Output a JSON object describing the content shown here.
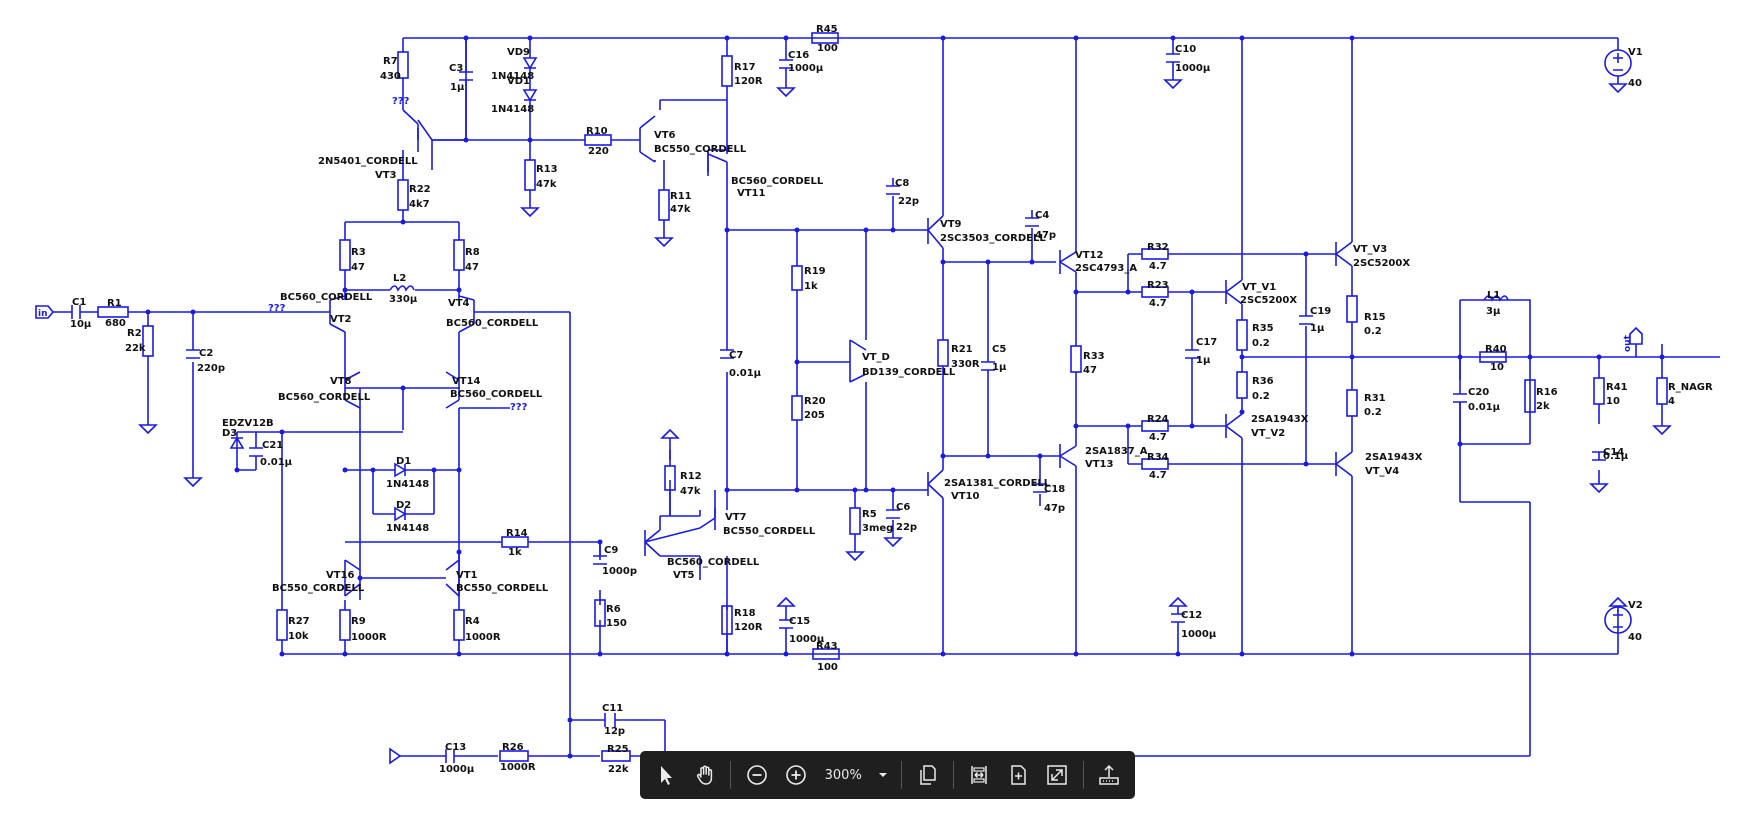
{
  "toolbar": {
    "zoom_value": "300%",
    "tools": [
      {
        "name": "select-pointer-icon"
      },
      {
        "name": "pan-hand-icon"
      },
      {
        "name": "zoom-out-icon"
      },
      {
        "name": "zoom-in-icon"
      },
      {
        "name": "zoom-dropdown-chevron-icon"
      },
      {
        "name": "copy-pages-icon"
      },
      {
        "name": "fit-width-icon"
      },
      {
        "name": "fit-page-icon"
      },
      {
        "name": "fullscreen-icon"
      },
      {
        "name": "export-icon"
      }
    ]
  },
  "schematic": {
    "wire_color": "#1a1ae6",
    "labels": [
      {
        "t": "R7"
      },
      {
        "t": "430"
      },
      {
        "t": "???"
      },
      {
        "t": "C3"
      },
      {
        "t": "1µ"
      },
      {
        "t": "VD9"
      },
      {
        "t": "1N4148"
      },
      {
        "t": "VD1"
      },
      {
        "t": "1N4148"
      },
      {
        "t": "2N5401_CORDELL"
      },
      {
        "t": "VT3"
      },
      {
        "t": "R22"
      },
      {
        "t": "4k7"
      },
      {
        "t": "R13"
      },
      {
        "t": "47k"
      },
      {
        "t": "R10"
      },
      {
        "t": "220"
      },
      {
        "t": "VT6"
      },
      {
        "t": "BC550_CORDELL"
      },
      {
        "t": "R17"
      },
      {
        "t": "120R"
      },
      {
        "t": "C16"
      },
      {
        "t": "1000µ"
      },
      {
        "t": "R45"
      },
      {
        "t": "100"
      },
      {
        "t": "C10"
      },
      {
        "t": "1000µ"
      },
      {
        "t": "V1"
      },
      {
        "t": "40"
      },
      {
        "t": "BC560_CORDELL"
      },
      {
        "t": "VT11"
      },
      {
        "t": "R11"
      },
      {
        "t": "47k"
      },
      {
        "t": "C8"
      },
      {
        "t": "22p"
      },
      {
        "t": "VT9"
      },
      {
        "t": "2SC3503_CORDELL"
      },
      {
        "t": "C4"
      },
      {
        "t": "47p"
      },
      {
        "t": "VT12"
      },
      {
        "t": "2SC4793_A"
      },
      {
        "t": "R32"
      },
      {
        "t": "4.7"
      },
      {
        "t": "VT_V3"
      },
      {
        "t": "2SC5200X"
      },
      {
        "t": "R3"
      },
      {
        "t": "47"
      },
      {
        "t": "R8"
      },
      {
        "t": "47"
      },
      {
        "t": "L2"
      },
      {
        "t": "330µ"
      },
      {
        "t": "C1"
      },
      {
        "t": "10µ"
      },
      {
        "t": "R1"
      },
      {
        "t": "680"
      },
      {
        "t": "BC560_CORDELL"
      },
      {
        "t": "???"
      },
      {
        "t": "VT2"
      },
      {
        "t": "VT4"
      },
      {
        "t": "BC560_CORDELL"
      },
      {
        "t": "R2"
      },
      {
        "t": "22k"
      },
      {
        "t": "C2"
      },
      {
        "t": "220p"
      },
      {
        "t": "R19"
      },
      {
        "t": "1k"
      },
      {
        "t": "R23"
      },
      {
        "t": "4.7"
      },
      {
        "t": "VT_V1"
      },
      {
        "t": "2SC5200X"
      },
      {
        "t": "C19"
      },
      {
        "t": "1µ"
      },
      {
        "t": "R15"
      },
      {
        "t": "0.2"
      },
      {
        "t": "L1"
      },
      {
        "t": "3µ"
      },
      {
        "t": "R40"
      },
      {
        "t": "10"
      },
      {
        "t": "out"
      },
      {
        "t": "C7"
      },
      {
        "t": "0.01µ"
      },
      {
        "t": "VT_D"
      },
      {
        "t": "BD139_CORDELL"
      },
      {
        "t": "R21"
      },
      {
        "t": "330R"
      },
      {
        "t": "C5"
      },
      {
        "t": "1µ"
      },
      {
        "t": "R33"
      },
      {
        "t": "47"
      },
      {
        "t": "C17"
      },
      {
        "t": "1µ"
      },
      {
        "t": "R35"
      },
      {
        "t": "0.2"
      },
      {
        "t": "C20"
      },
      {
        "t": "0.01µ"
      },
      {
        "t": "R16"
      },
      {
        "t": "2k"
      },
      {
        "t": "R41"
      },
      {
        "t": "10"
      },
      {
        "t": "R_NAGR"
      },
      {
        "t": "4"
      },
      {
        "t": "VT8"
      },
      {
        "t": "BC560_CORDELL"
      },
      {
        "t": "VT14"
      },
      {
        "t": "BC560_CORDELL"
      },
      {
        "t": "???"
      },
      {
        "t": "EDZV12B"
      },
      {
        "t": "D3"
      },
      {
        "t": "C21"
      },
      {
        "t": "0.01µ"
      },
      {
        "t": "R20"
      },
      {
        "t": "205"
      },
      {
        "t": "R36"
      },
      {
        "t": "0.2"
      },
      {
        "t": "2SA1943X"
      },
      {
        "t": "VT_V2"
      },
      {
        "t": "R31"
      },
      {
        "t": "0.2"
      },
      {
        "t": "D1"
      },
      {
        "t": "1N4148"
      },
      {
        "t": "D2"
      },
      {
        "t": "1N4148"
      },
      {
        "t": "R12"
      },
      {
        "t": "47k"
      },
      {
        "t": "R5"
      },
      {
        "t": "3meg"
      },
      {
        "t": "C6"
      },
      {
        "t": "22p"
      },
      {
        "t": "2SA1381_CORDELL"
      },
      {
        "t": "VT10"
      },
      {
        "t": "C18"
      },
      {
        "t": "47p"
      },
      {
        "t": "2SA1837_A"
      },
      {
        "t": "VT13"
      },
      {
        "t": "R24"
      },
      {
        "t": "4.7"
      },
      {
        "t": "R34"
      },
      {
        "t": "4.7"
      },
      {
        "t": "2SA1943X"
      },
      {
        "t": "VT_V4"
      },
      {
        "t": "C14"
      },
      {
        "t": "0.1µ"
      },
      {
        "t": "R14"
      },
      {
        "t": "1k"
      },
      {
        "t": "C9"
      },
      {
        "t": "1000p"
      },
      {
        "t": "VT7"
      },
      {
        "t": "BC550_CORDELL"
      },
      {
        "t": "BC560_CORDELL"
      },
      {
        "t": "VT5"
      },
      {
        "t": "VT16"
      },
      {
        "t": "BC550_CORDELL"
      },
      {
        "t": "VT1"
      },
      {
        "t": "BC550_CORDELL"
      },
      {
        "t": "R27"
      },
      {
        "t": "10k"
      },
      {
        "t": "R9"
      },
      {
        "t": "1000R"
      },
      {
        "t": "R4"
      },
      {
        "t": "1000R"
      },
      {
        "t": "R6"
      },
      {
        "t": "150"
      },
      {
        "t": "R18"
      },
      {
        "t": "120R"
      },
      {
        "t": "C15"
      },
      {
        "t": "1000µ"
      },
      {
        "t": "R43"
      },
      {
        "t": "100"
      },
      {
        "t": "C12"
      },
      {
        "t": "1000µ"
      },
      {
        "t": "V2"
      },
      {
        "t": "40"
      },
      {
        "t": "C11"
      },
      {
        "t": "12p"
      },
      {
        "t": "C13"
      },
      {
        "t": "1000µ"
      },
      {
        "t": "R26"
      },
      {
        "t": "1000R"
      },
      {
        "t": "R25"
      },
      {
        "t": "22k"
      },
      {
        "t": "in"
      }
    ]
  }
}
